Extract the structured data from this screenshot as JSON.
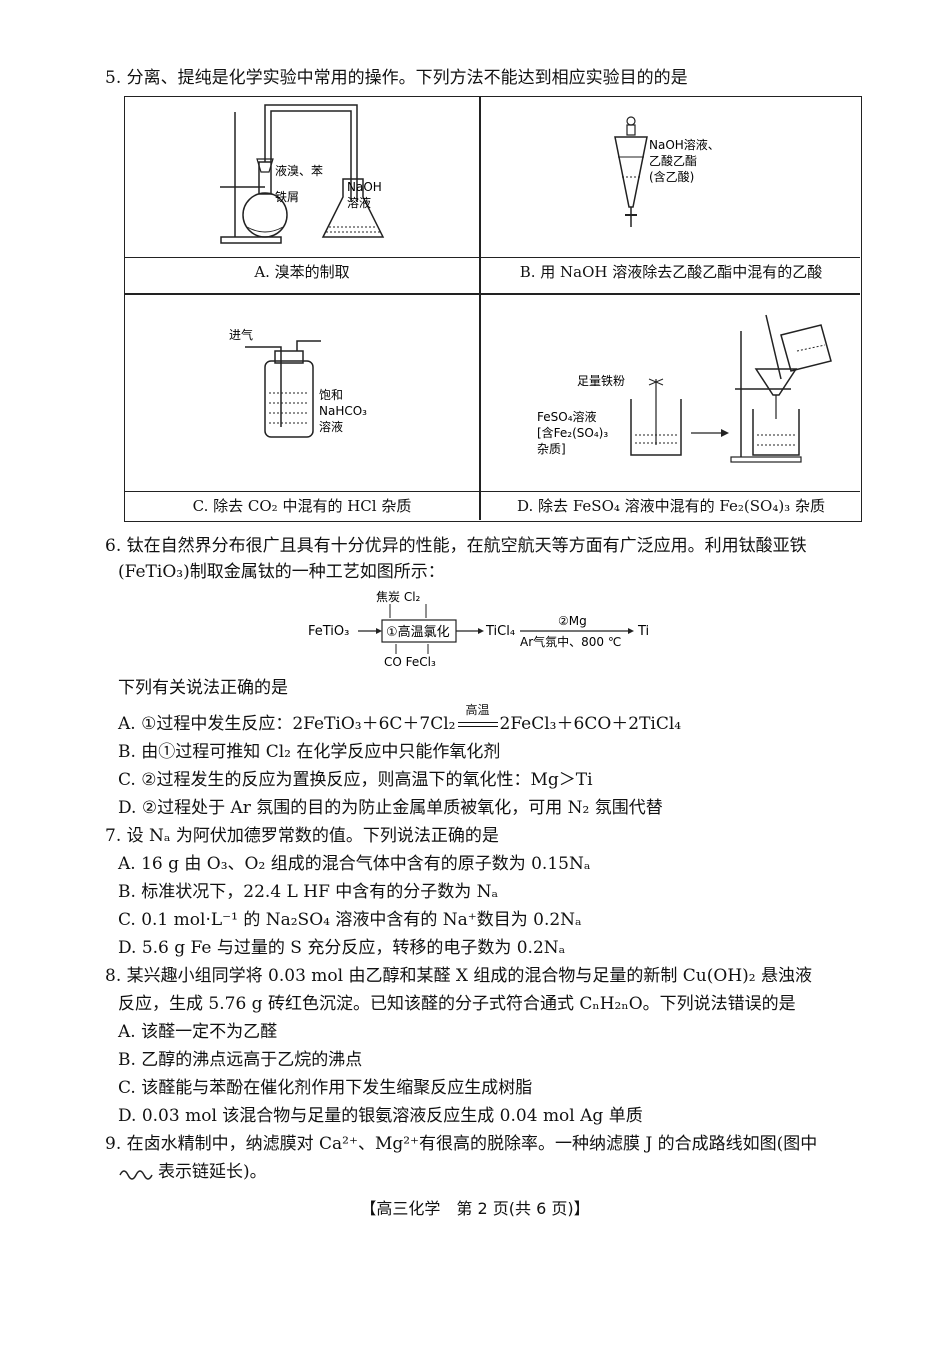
{
  "q5": {
    "stem": "5. 分离、提纯是化学实验中常用的操作。下列方法不能达到相应实验目的的是",
    "cells": {
      "A": {
        "caption": "A. 溴苯的制取",
        "labels": [
          "液溴、苯",
          "铁屑",
          "NaOH",
          "溶液"
        ]
      },
      "B": {
        "caption": "B. 用 NaOH 溶液除去乙酸乙酯中混有的乙酸",
        "labels": [
          "NaOH溶液、",
          "乙酸乙酯",
          "(含乙酸)"
        ]
      },
      "C": {
        "caption": "C. 除去 CO₂ 中混有的 HCl 杂质",
        "labels": [
          "进气",
          "饱和",
          "NaHCO₃",
          "溶液"
        ]
      },
      "D": {
        "caption": "D. 除去 FeSO₄ 溶液中混有的 Fe₂(SO₄)₃ 杂质",
        "labels": [
          "足量铁粉",
          "FeSO₄溶液",
          "[含Fe₂(SO₄)₃",
          "杂质]"
        ]
      }
    }
  },
  "q6": {
    "stem_line1": "6. 钛在自然界分布很广且具有十分优异的性能，在航空航天等方面有广泛应用。利用钛酸亚铁",
    "stem_line2": "(FeTiO₃)制取金属钛的一种工艺如图所示：",
    "flow": {
      "reactant": "FeTiO₃",
      "step1": "①高温氯化",
      "inputs_top": "焦炭  Cl₂",
      "outputs_bottom": "CO  FeCl₃",
      "intermediate": "TiCl₄",
      "step2_top": "②Mg",
      "step2_bottom": "Ar气氛中、800 ℃",
      "product": "Ti"
    },
    "question": "下列有关说法正确的是",
    "options": {
      "A": "A. ①过程中发生反应：2FeTiO₃＋6C＋7Cl₂",
      "A_cond": "高温",
      "A_tail": "2FeCl₃＋6CO＋2TiCl₄",
      "B": "B. 由①过程可推知 Cl₂ 在化学反应中只能作氧化剂",
      "C": "C. ②过程发生的反应为置换反应，则高温下的氧化性：Mg＞Ti",
      "D": "D. ②过程处于 Ar 氛围的目的为防止金属单质被氧化，可用 N₂ 氛围代替"
    }
  },
  "q7": {
    "stem": "7. 设 Nₐ 为阿伏加德罗常数的值。下列说法正确的是",
    "options": {
      "A": "A. 16 g 由 O₃、O₂ 组成的混合气体中含有的原子数为 0.15Nₐ",
      "B": "B. 标准状况下，22.4 L HF 中含有的分子数为 Nₐ",
      "C": "C. 0.1 mol·L⁻¹ 的 Na₂SO₄ 溶液中含有的 Na⁺数目为 0.2Nₐ",
      "D": "D. 5.6 g Fe 与过量的 S 充分反应，转移的电子数为 0.2Nₐ"
    }
  },
  "q8": {
    "stem_line1": "8. 某兴趣小组同学将 0.03 mol 由乙醇和某醛 X 组成的混合物与足量的新制 Cu(OH)₂ 悬浊液",
    "stem_line2": "反应，生成 5.76 g 砖红色沉淀。已知该醛的分子式符合通式 CₙH₂ₙO。下列说法错误的是",
    "options": {
      "A": "A. 该醛一定不为乙醛",
      "B": "B. 乙醇的沸点远高于乙烷的沸点",
      "C": "C. 该醛能与苯酚在催化剂作用下发生缩聚反应生成树脂",
      "D": "D. 0.03 mol 该混合物与足量的银氨溶液反应生成 0.04 mol Ag 单质"
    }
  },
  "q9": {
    "stem_line1": "9. 在卤水精制中，纳滤膜对 Ca²⁺、Mg²⁺有很高的脱除率。一种纳滤膜 J 的合成路线如图(图中",
    "stem_line2": "表示链延长)。"
  },
  "footer": "【高三化学　第 2 页(共 6 页)】"
}
